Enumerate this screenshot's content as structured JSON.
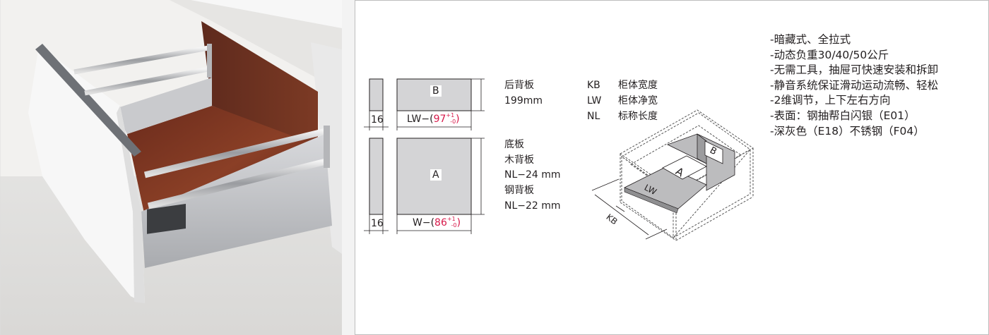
{
  "panel": {
    "rear": {
      "label": "后背板",
      "value": "199mm"
    },
    "bottom": {
      "label": "底板",
      "wood_label": "木背板",
      "wood_value": "NL−24  mm",
      "steel_label": "钢背板",
      "steel_value": "NL−22  mm"
    },
    "dims": {
      "side_thickness": "16",
      "b_letter": "B",
      "a_letter": "A",
      "lw_prefix": "LW−(",
      "lw_num": "97",
      "w_prefix": "W−(",
      "w_num": "86",
      "tol_plus": "+1",
      "tol_minus": "-0",
      "close": ")"
    }
  },
  "legend": [
    {
      "abbr": "KB",
      "desc": "柜体宽度"
    },
    {
      "abbr": "LW",
      "desc": "柜体净宽"
    },
    {
      "abbr": "NL",
      "desc": "标称长度"
    }
  ],
  "iso": {
    "label_a": "A",
    "label_b": "B",
    "label_lw": "LW",
    "label_kb": "KB"
  },
  "features": [
    "-暗藏式、全拉式",
    "-动态负重30/40/50公斤",
    "-无需工具，抽屉可快速安装和拆卸",
    "-静音系统保证滑动运动流畅、轻松",
    "-2维调节，上下左右方向",
    "-表面：钢抽帮白闪银（E01）",
    "-深灰色（E18）不锈钢（F04）"
  ],
  "colors": {
    "accent": "#d7194a",
    "panel_gray": "#d4d4d6",
    "frame": "#c8c8c8"
  }
}
